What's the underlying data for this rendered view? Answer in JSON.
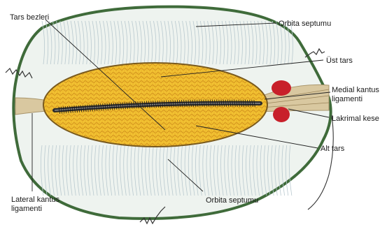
{
  "labels": {
    "tars_bezleri": "Tars bezleri",
    "orbita_septumu_top": "Orbita septumu",
    "ust_tars": "Üst tars",
    "medial_kantus_1": "Medial kantus",
    "medial_kantus_2": "ligamenti",
    "lakrimal_kese": "Lakrimal kese",
    "alt_tars": "Alt tars",
    "lateral_kantus_1": "Lateral kantus",
    "lateral_kantus_2": "ligamenti",
    "orbita_septumu_bottom": "Orbita septumu"
  },
  "colors": {
    "orbital_rim": "#3f6b3a",
    "septum_fill": "#eef3ef",
    "septum_fibers": "#b9c9cf",
    "tarsus_fill": "#f2c232",
    "tarsus_texture": "#d0901c",
    "tarsus_outline": "#7a5a1e",
    "lid_margin": "#2b2b2b",
    "lacrimal_sac": "#c8202a",
    "ligament": "#d9c8a0",
    "nerve_line": "#333333",
    "leader_line": "#222222"
  }
}
